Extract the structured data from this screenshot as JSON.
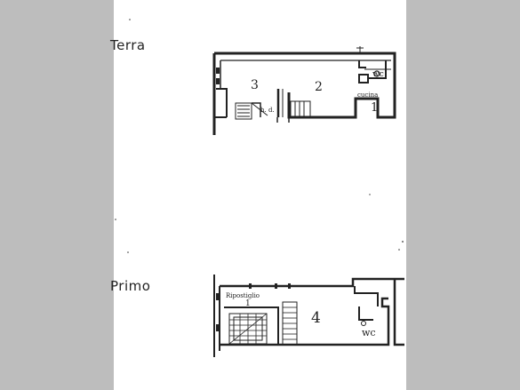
{
  "floors": {
    "ground": {
      "label": "Terra",
      "rooms": {
        "room3": "3",
        "room2": "2",
        "room1": "1",
        "kitchen": "cucina",
        "wc": "wc",
        "stair_note": "h. d."
      }
    },
    "first": {
      "label": "Primo",
      "rooms": {
        "room4": "4",
        "storage": "Ripostiglio",
        "storage_num": "1",
        "wc": "wc"
      }
    }
  },
  "colors": {
    "background": "#bdbdbd",
    "sheet": "#ffffff",
    "ink": "#222222"
  }
}
